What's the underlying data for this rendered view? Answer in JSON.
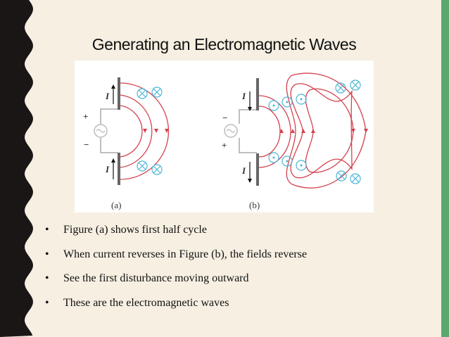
{
  "title": "Generating an Electromagnetic Waves",
  "figure": {
    "caption_a": "(a)",
    "caption_b": "(b)",
    "current_label": "I",
    "plus": "+",
    "minus": "−",
    "colors": {
      "field_line": "#d4424e",
      "b_field": "#4bb6d8",
      "plate": "#666666"
    }
  },
  "bullets": [
    "Figure (a) shows first half cycle",
    "When current reverses in Figure (b),  the fields reverse",
    "See the first disturbance moving outward",
    "These are the electromagnetic waves"
  ],
  "theme": {
    "background": "#f6efe2",
    "left_band": "#1a1616",
    "right_bar": "#5aa86e"
  }
}
